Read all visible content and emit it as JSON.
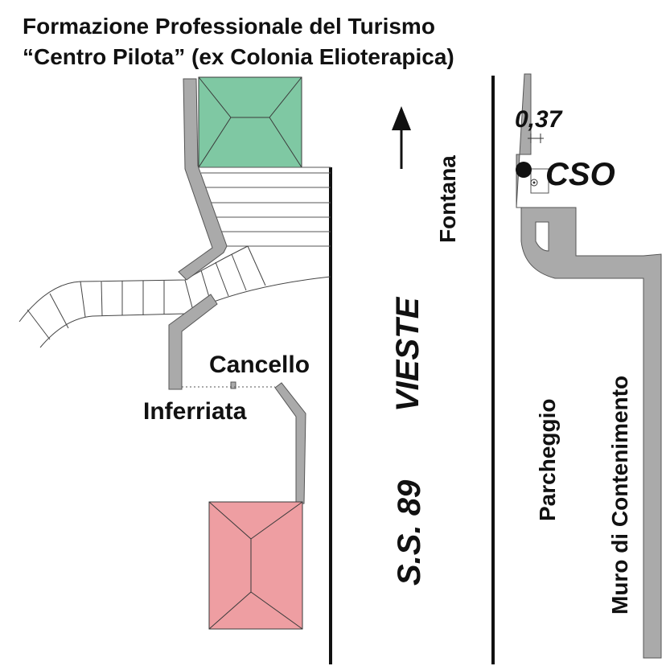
{
  "title": {
    "line1": "Formazione Professionale del Turismo",
    "line2": "“Centro Pilota” (ex Colonia Elioterapica)"
  },
  "labels": {
    "fontana": "Fontana",
    "vieste": "VIESTE",
    "road": "S.S. 89",
    "cancello": "Cancello",
    "inferriata": "Inferriata",
    "parcheggio": "Parcheggio",
    "muro": "Muro di Contenimento",
    "distance": "0,37",
    "station": "CSO"
  },
  "icons": {
    "north": "north-arrow-icon",
    "station_marker": "filled-circle-icon"
  },
  "colors": {
    "wall_gray": "#aaaaaa",
    "building_green": "#7fc8a3",
    "building_red": "#ee9ea2",
    "line_black": "#111111"
  }
}
